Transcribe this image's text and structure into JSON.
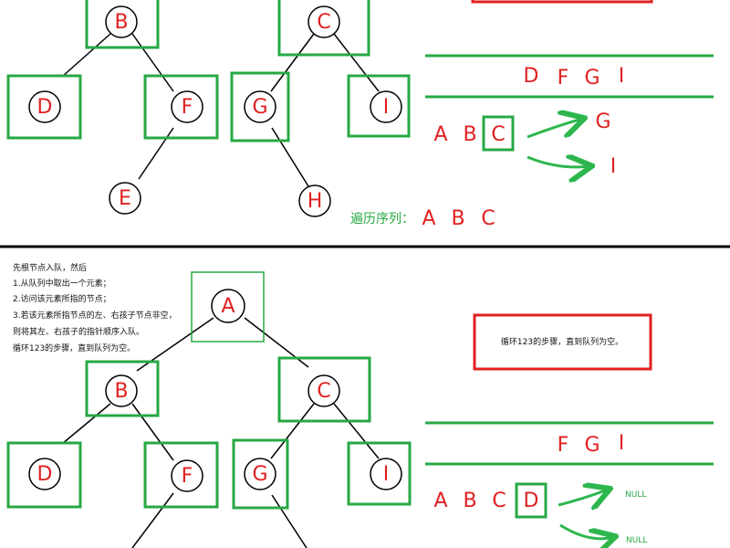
{
  "colors": {
    "node_text": "#e02020",
    "highlight_box": "#27a844",
    "arrow": "#2eb64e",
    "note_border": "#e02020",
    "divider": "#000000"
  },
  "top_panel": {
    "nodes": {
      "B": "B",
      "C": "C",
      "D": "D",
      "F": "F",
      "G": "G",
      "I": "I",
      "E": "E",
      "H": "H"
    },
    "queue_items": [
      "D",
      "F",
      "G",
      "I"
    ],
    "processed": [
      "A",
      "B"
    ],
    "current": "C",
    "children": [
      "G",
      "I"
    ],
    "traversal_label": "遍历序列：",
    "traversal_items": [
      "A",
      "B",
      "C"
    ]
  },
  "bottom_panel": {
    "steps": [
      "先根节点入队，然后",
      "1.从队列中取出一个元素；",
      "2.访问该元素所指的节点；",
      "3.若该元素所指节点的左、右孩子节点非空，",
      "则将其左、右孩子的指针顺序入队。",
      "循环123的步骤，直到队列为空。"
    ],
    "nodes": {
      "A": "A",
      "B": "B",
      "C": "C",
      "D": "D",
      "F": "F",
      "G": "G",
      "I": "I"
    },
    "note": "循环123的步骤，直到队列为空。",
    "queue_items": [
      "F",
      "G",
      "I"
    ],
    "processed": [
      "A",
      "B",
      "C"
    ],
    "current": "D",
    "children": [
      "NULL",
      "NULL"
    ]
  }
}
